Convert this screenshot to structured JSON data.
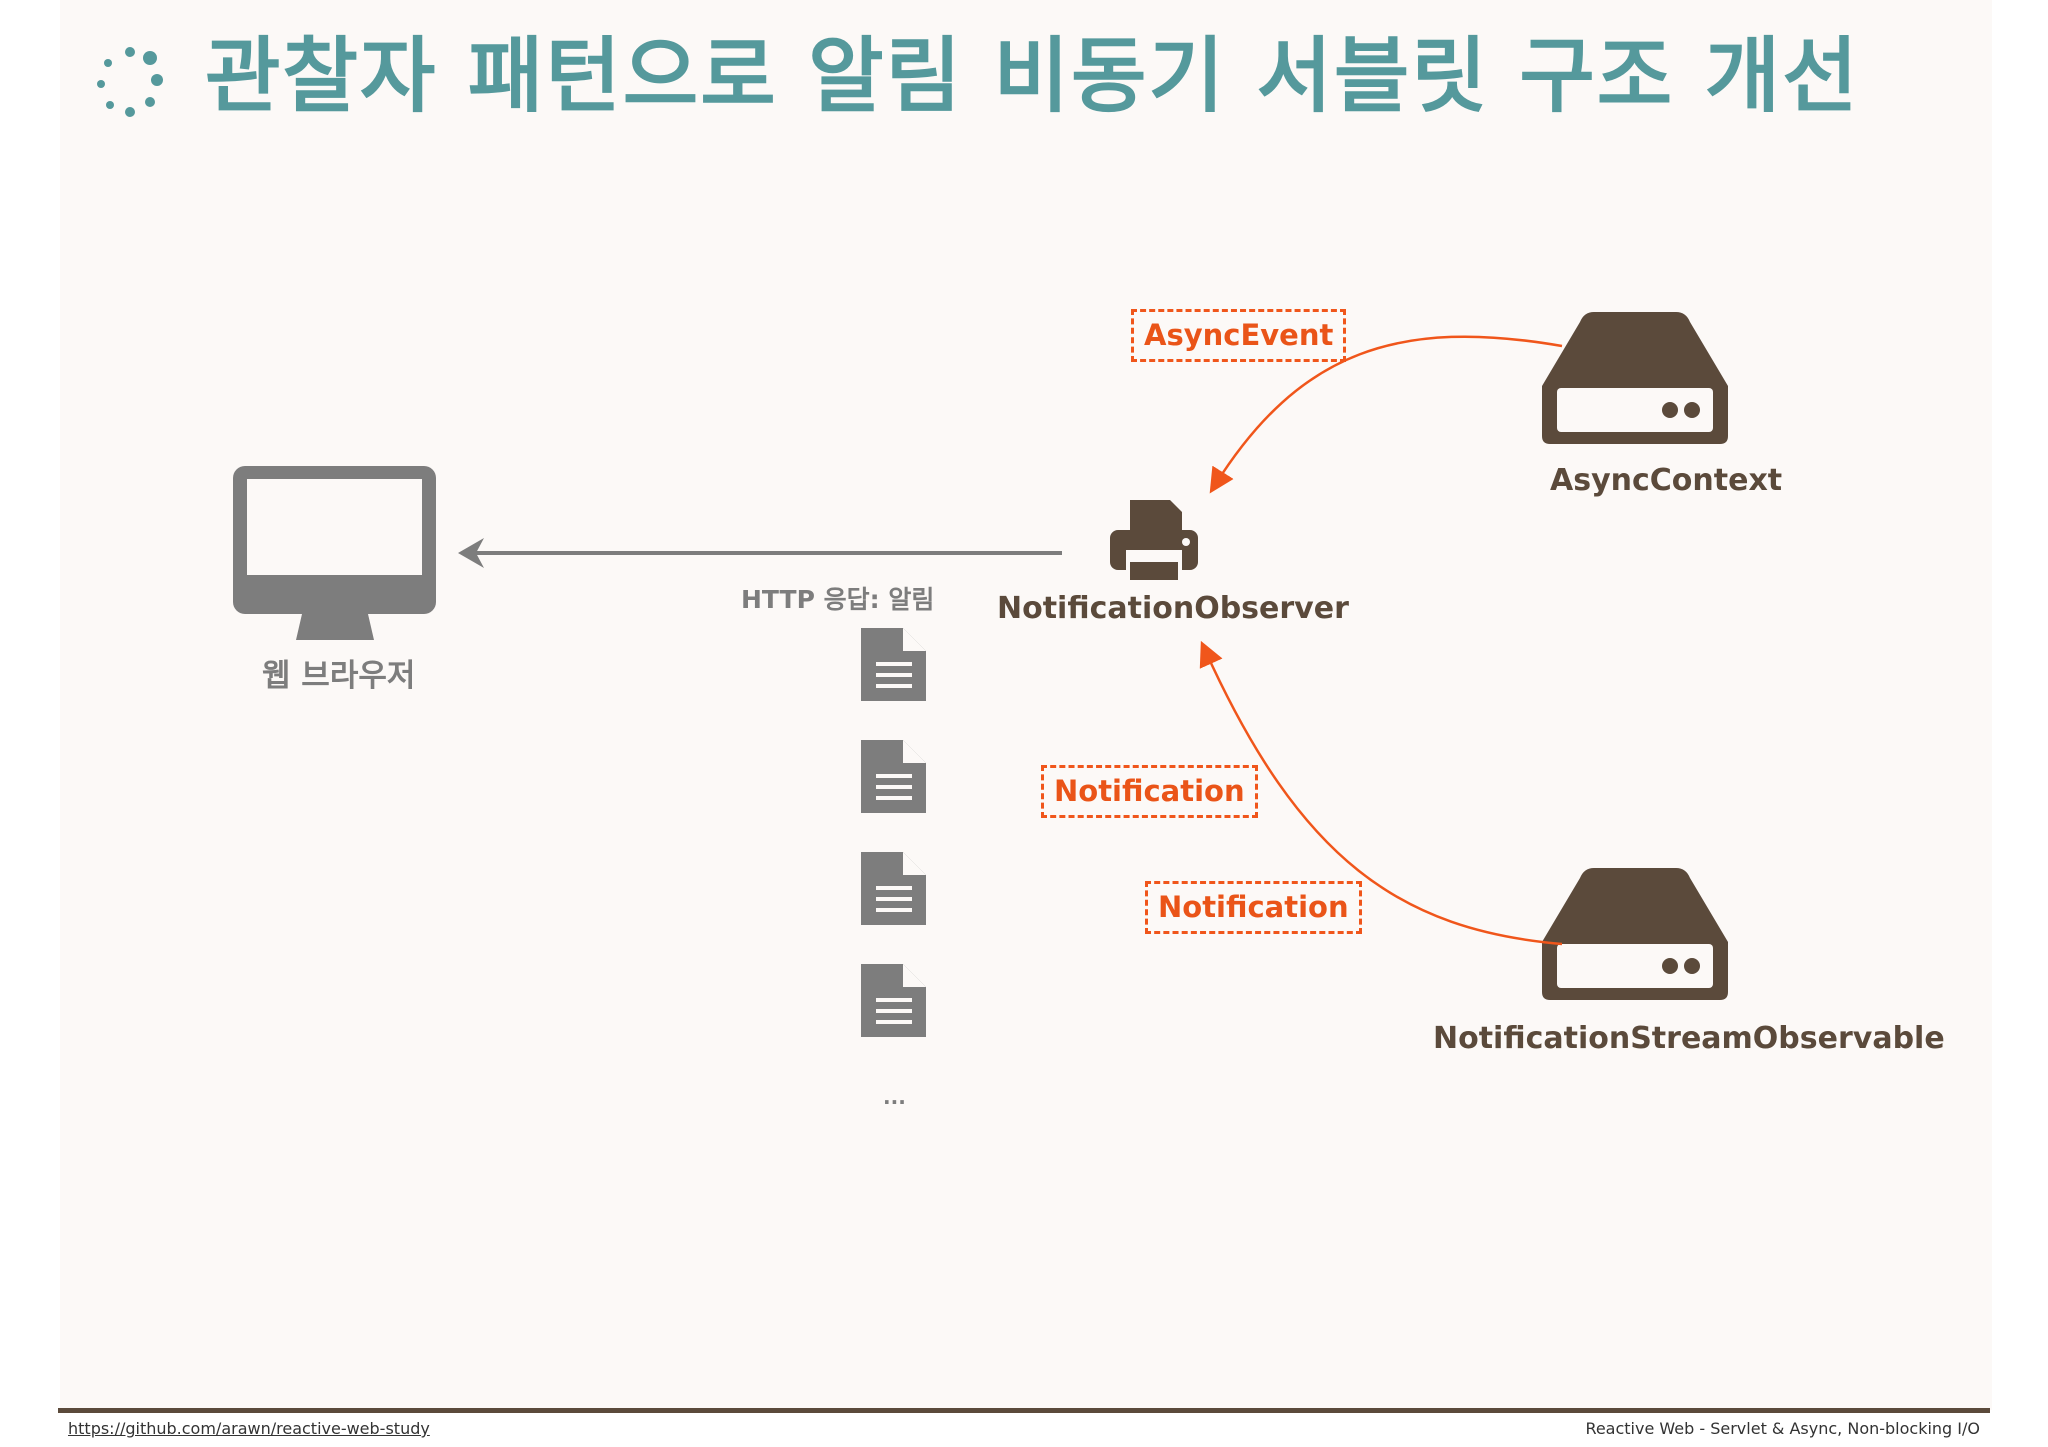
{
  "title": "관찰자 패턴으로 알림 비동기 서블릿 구조 개선",
  "nodes": {
    "browser": "웹 브라우저",
    "observer": "NotificationObserver",
    "async_context": "AsyncContext",
    "stream_observable": "NotificationStreamObservable"
  },
  "edges": {
    "async_event": "AsyncEvent",
    "notification_1": "Notification",
    "notification_2": "Notification",
    "http_response": "HTTP 응답: 알림"
  },
  "ellipsis": "...",
  "footer": {
    "link": "https://github.com/arawn/reactive-web-study",
    "caption": "Reactive Web - Servlet & Async, Non-blocking I/O"
  },
  "colors": {
    "title": "#55999c",
    "accent": "#f0561b",
    "brown": "#5b4a3b",
    "gray": "#7d7d7d"
  },
  "icons": [
    "loading-dots-icon",
    "monitor-icon",
    "printer-icon",
    "server-icon",
    "document-icon"
  ]
}
